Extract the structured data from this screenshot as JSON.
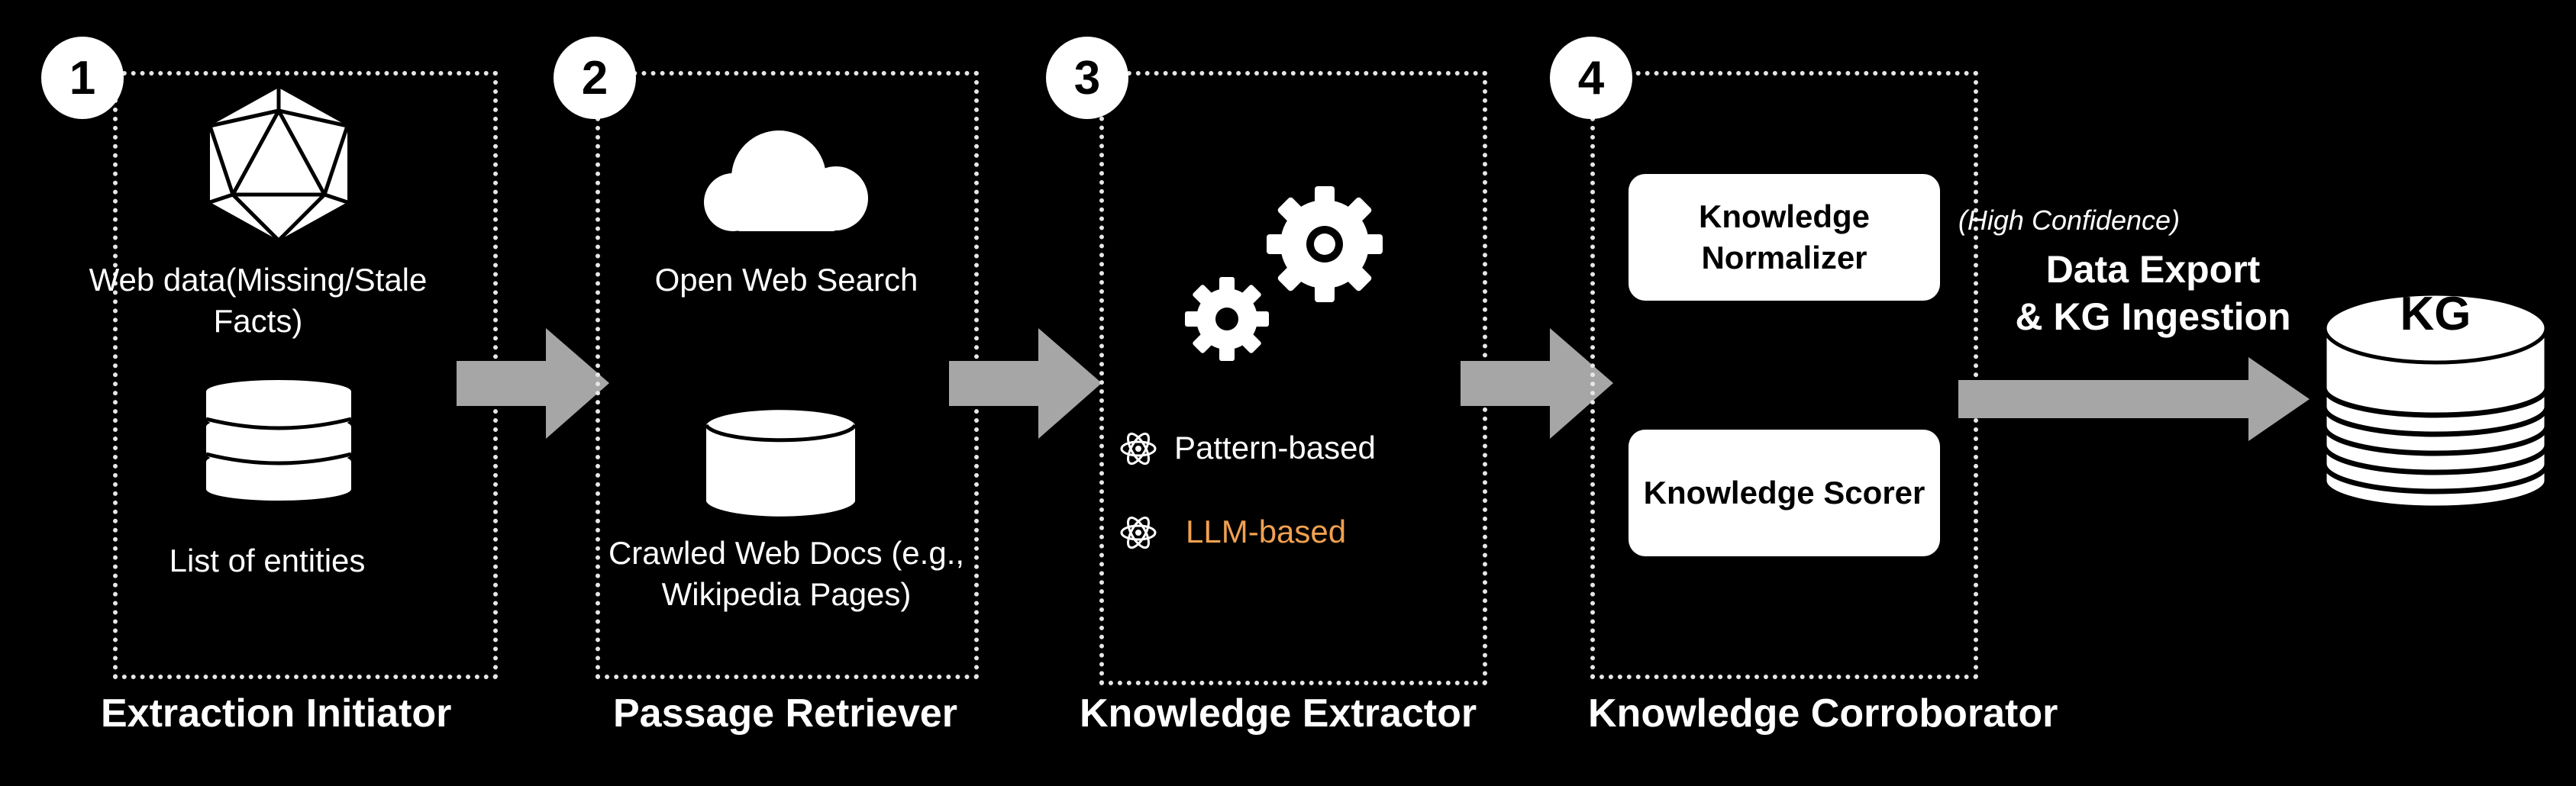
{
  "colors": {
    "background": "#000000",
    "foreground": "#ffffff",
    "arrow": "#a6a6a6",
    "llm": "#f0a050"
  },
  "stages": [
    {
      "number": "1",
      "title": "Extraction Initiator",
      "items": [
        "Web data(Missing/Stale Facts)",
        "List of entities"
      ],
      "icons": [
        "icosahedron-icon",
        "database-icon"
      ]
    },
    {
      "number": "2",
      "title": "Passage Retriever",
      "items": [
        "Open Web Search",
        "Crawled Web Docs (e.g., Wikipedia Pages)"
      ],
      "icons": [
        "cloud-icon",
        "database-icon"
      ]
    },
    {
      "number": "3",
      "title": "Knowledge Extractor",
      "items": [
        "Pattern-based",
        "LLM-based"
      ],
      "icons": [
        "gears-icon",
        "atom-icon"
      ]
    },
    {
      "number": "4",
      "title": "Knowledge Corroborator",
      "items": [
        "Knowledge Normalizer",
        "Knowledge Scorer"
      ]
    }
  ],
  "export": {
    "note": "(High Confidence)",
    "line1": "Data Export",
    "line2": "& KG Ingestion"
  },
  "kg": {
    "label": "KG",
    "icon": "database-icon"
  }
}
